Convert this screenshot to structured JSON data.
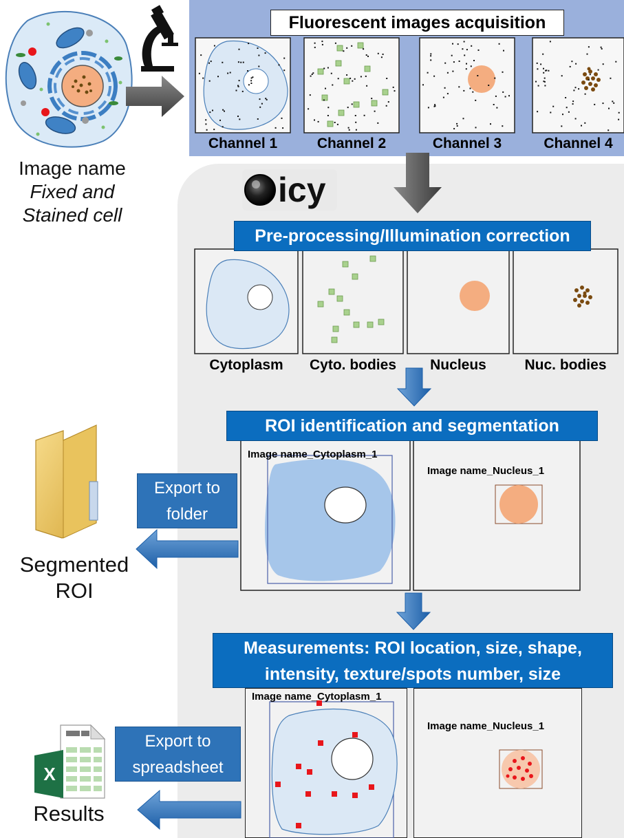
{
  "top": {
    "title": "Fluorescent images acquisition",
    "channels": [
      "Channel 1",
      "Channel 2",
      "Channel 3",
      "Channel 4"
    ]
  },
  "cell": {
    "line1": "Image name",
    "line2": "Fixed and",
    "line3": "Stained cell"
  },
  "software": {
    "name": "icy"
  },
  "steps": {
    "preprocessing": "Pre-processing/Illumination correction",
    "roi": "ROI identification and segmentation",
    "measure_line1": "Measurements: ROI location, size, shape,",
    "measure_line2": "intensity, texture/spots number, size"
  },
  "pre_labels": [
    "Cytoplasm",
    "Cyto. bodies",
    "Nucleus",
    "Nuc. bodies"
  ],
  "roi_panels": {
    "cyto": "Image name_Cytoplasm_1",
    "nuc": "Image name_Nucleus_1"
  },
  "export_folder": {
    "line1": "Export to",
    "line2": "folder"
  },
  "export_sheet": {
    "line1": "Export to",
    "line2": "spreadsheet"
  },
  "folder_output": {
    "line1": "Segmented",
    "line2": "ROI"
  },
  "sheet_output": {
    "label": "Results",
    "icon_letter": "X"
  },
  "colors": {
    "band": "#9ab0dc",
    "step_blue": "#0b6dbf",
    "cyto_fill": "#dbe8f5",
    "roi_fill": "#a6c6ea",
    "nucleus": "#f4ad80",
    "spots_green": "#a9d18e",
    "spots_brown": "#7a4a10",
    "spots_red": "#e8161b"
  }
}
